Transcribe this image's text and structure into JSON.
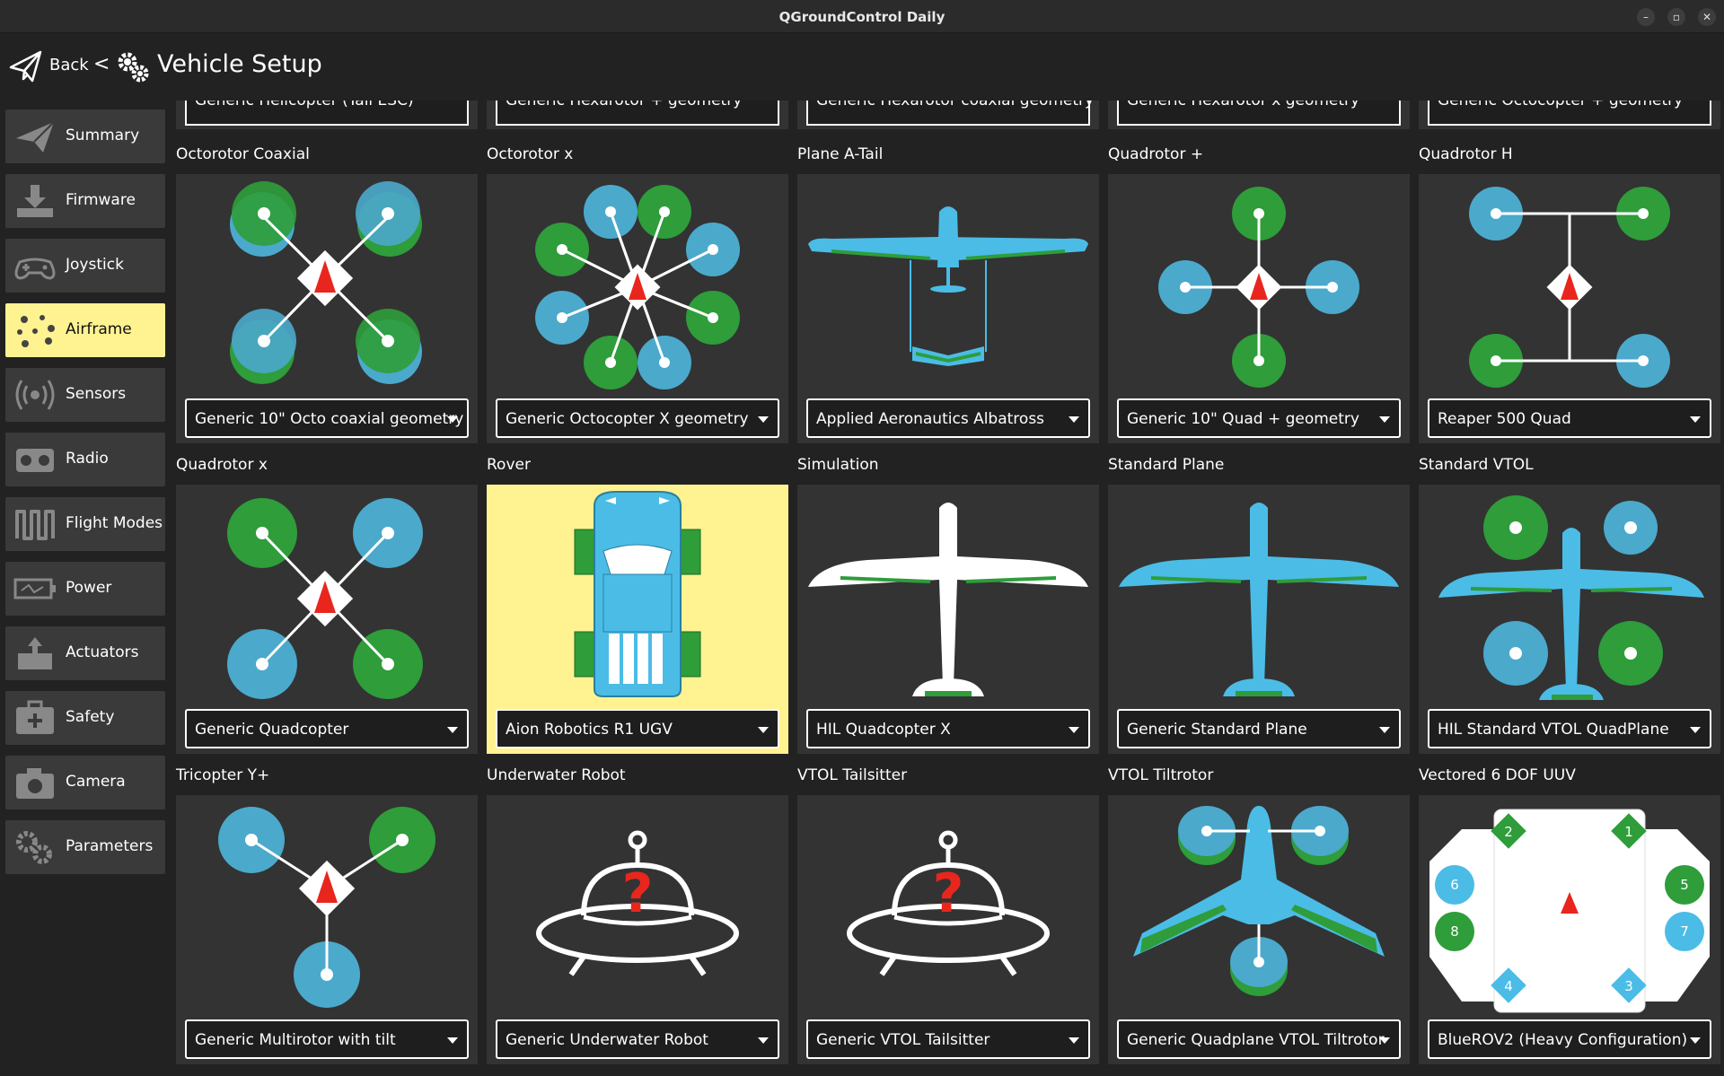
{
  "window": {
    "title": "QGroundControl Daily"
  },
  "toolbar": {
    "back_label": "Back",
    "separator": "<",
    "title": "Vehicle Setup"
  },
  "sidebar": {
    "items": [
      {
        "label": "Summary",
        "icon": "paper-plane-icon"
      },
      {
        "label": "Firmware",
        "icon": "download-icon"
      },
      {
        "label": "Joystick",
        "icon": "gamepad-icon"
      },
      {
        "label": "Airframe",
        "icon": "airframe-icon",
        "active": true
      },
      {
        "label": "Sensors",
        "icon": "sensors-icon"
      },
      {
        "label": "Radio",
        "icon": "radio-icon"
      },
      {
        "label": "Flight Modes",
        "icon": "waveform-icon"
      },
      {
        "label": "Power",
        "icon": "battery-icon"
      },
      {
        "label": "Actuators",
        "icon": "actuators-icon"
      },
      {
        "label": "Safety",
        "icon": "first-aid-icon"
      },
      {
        "label": "Camera",
        "icon": "camera-icon"
      },
      {
        "label": "Parameters",
        "icon": "gears-icon"
      }
    ]
  },
  "partial_row": [
    {
      "selected": "Generic Helicopter (Tail ESC)"
    },
    {
      "selected": "Generic Hexarotor + geometry"
    },
    {
      "selected": "Generic Hexarotor coaxial geometry"
    },
    {
      "selected": "Generic Hexarotor x geometry"
    },
    {
      "selected": "Generic Octocopter + geometry"
    }
  ],
  "airframes": [
    {
      "category": "Octorotor Coaxial",
      "selected": "Generic 10\" Octo coaxial geometry",
      "art": "octo-coax"
    },
    {
      "category": "Octorotor x",
      "selected": "Generic Octocopter X geometry",
      "art": "octo-x"
    },
    {
      "category": "Plane A-Tail",
      "selected": "Applied Aeronautics Albatross",
      "art": "plane-atail"
    },
    {
      "category": "Quadrotor +",
      "selected": "Generic 10\" Quad + geometry",
      "art": "quad-plus"
    },
    {
      "category": "Quadrotor H",
      "selected": "Reaper 500 Quad",
      "art": "quad-h"
    },
    {
      "category": "Quadrotor x",
      "selected": "Generic Quadcopter",
      "art": "quad-x"
    },
    {
      "category": "Rover",
      "selected": "Aion Robotics R1 UGV",
      "art": "rover",
      "highlighted": true
    },
    {
      "category": "Simulation",
      "selected": "HIL Quadcopter X",
      "art": "sim-plane"
    },
    {
      "category": "Standard Plane",
      "selected": "Generic Standard Plane",
      "art": "std-plane"
    },
    {
      "category": "Standard VTOL",
      "selected": "HIL Standard VTOL QuadPlane",
      "art": "std-vtol"
    },
    {
      "category": "Tricopter Y+",
      "selected": "Generic Multirotor with tilt",
      "art": "tri-y"
    },
    {
      "category": "Underwater Robot",
      "selected": "Generic Underwater Robot",
      "art": "ufo"
    },
    {
      "category": "VTOL Tailsitter",
      "selected": "Generic VTOL Tailsitter",
      "art": "ufo"
    },
    {
      "category": "VTOL Tiltrotor",
      "selected": "Generic Quadplane VTOL Tiltrotor",
      "art": "tiltrotor"
    },
    {
      "category": "Vectored 6 DOF UUV",
      "selected": "BlueROV2 (Heavy Configuration)",
      "art": "bluerov"
    }
  ],
  "unknown_glyph": "?",
  "bluerov_labels": [
    "1",
    "2",
    "3",
    "4",
    "5",
    "6",
    "7",
    "8"
  ],
  "colors": {
    "accent": "#fff291",
    "rotor_green": "#2e9d3a",
    "rotor_blue": "#4ba9cc",
    "vehicle_blue": "#4bbce6",
    "arrow_red": "#e8261e",
    "tile": "#333333"
  }
}
